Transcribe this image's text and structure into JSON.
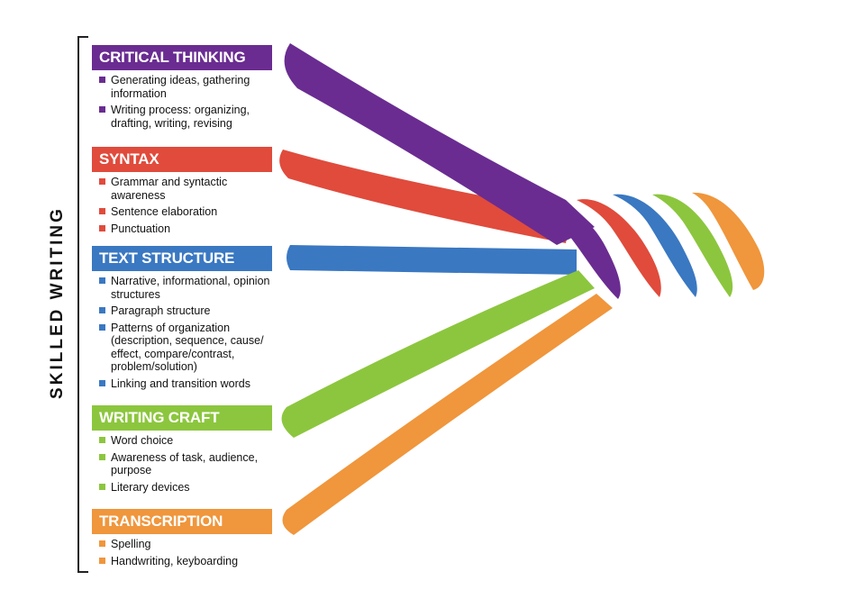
{
  "side_label": "SKILLED WRITING",
  "categories": [
    {
      "id": "critical-thinking",
      "title": "CRITICAL THINKING",
      "color": "#6a2c91",
      "items": [
        "Generating ideas, gathering information",
        "Writing process: organizing, drafting, writing, revising"
      ]
    },
    {
      "id": "syntax",
      "title": "SYNTAX",
      "color": "#e04b3c",
      "items": [
        "Grammar and syntactic awareness",
        "Sentence elaboration",
        "Punctuation"
      ]
    },
    {
      "id": "text-structure",
      "title": "TEXT STRUCTURE",
      "color": "#3a78c2",
      "items": [
        "Narrative, informational, opinion structures",
        "Paragraph structure",
        "Patterns of organization (description, sequence, cause/ effect, compare/contrast, problem/solution)",
        "Linking and transition words"
      ]
    },
    {
      "id": "writing-craft",
      "title": "WRITING CRAFT",
      "color": "#8cc63e",
      "items": [
        "Word choice",
        "Awareness of task, audience, purpose",
        "Literary devices"
      ]
    },
    {
      "id": "transcription",
      "title": "TRANSCRIPTION",
      "color": "#f0963c",
      "items": [
        "Spelling",
        "Handwriting, keyboarding"
      ]
    }
  ]
}
